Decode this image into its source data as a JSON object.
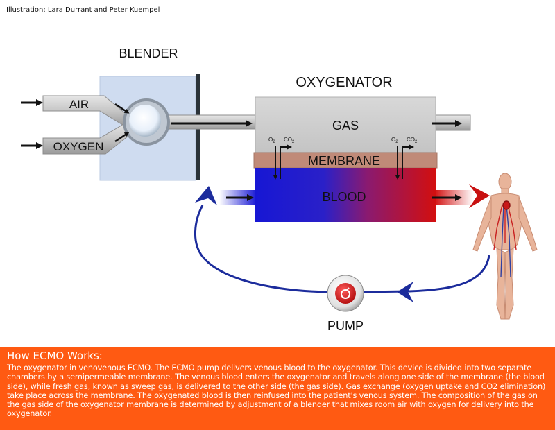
{
  "credit": "Illustration: Lara Durrant and Peter Kuempel",
  "labels": {
    "blender": "BLENDER",
    "oxygenator": "OXYGENATOR",
    "air": "AIR",
    "oxygen": "OXYGEN",
    "gas": "GAS",
    "membrane": "MEMBRANE",
    "blood": "BLOOD",
    "pump": "PUMP",
    "o2": "O",
    "o2_sub": "2",
    "co2": "CO",
    "co2_sub": "2"
  },
  "caption": {
    "title": "How ECMO Works:",
    "body": "The oxygenator in venovenous ECMO.  The ECMO pump delivers venous blood to the oxygenator. This device is divided into two separate chambers by a semipermeable membrane. The venous blood enters the oxygenator and travels along one side of the membrane (the blood side), while fresh gas, known as sweep gas, is delivered to the other side (the gas side). Gas exchange (oxygen uptake and CO2 elimination) take place across the membrane. The oxygenated blood is then reinfused into the patient's venous system. The composition of the gas on the gas side of the oxygenator membrane is determined by adjustment of a blender that mixes room air with oxygen for delivery into the oxygenator."
  },
  "colors": {
    "caption_bg": "#ff5a12",
    "venous_blood": "#1a1ad6",
    "arterial_blood": "#d01010",
    "membrane": "#c08a78",
    "gas_chamber": "#cfcfcf",
    "blender": "#cfdcf0",
    "tubing": "#1c2c9c"
  }
}
